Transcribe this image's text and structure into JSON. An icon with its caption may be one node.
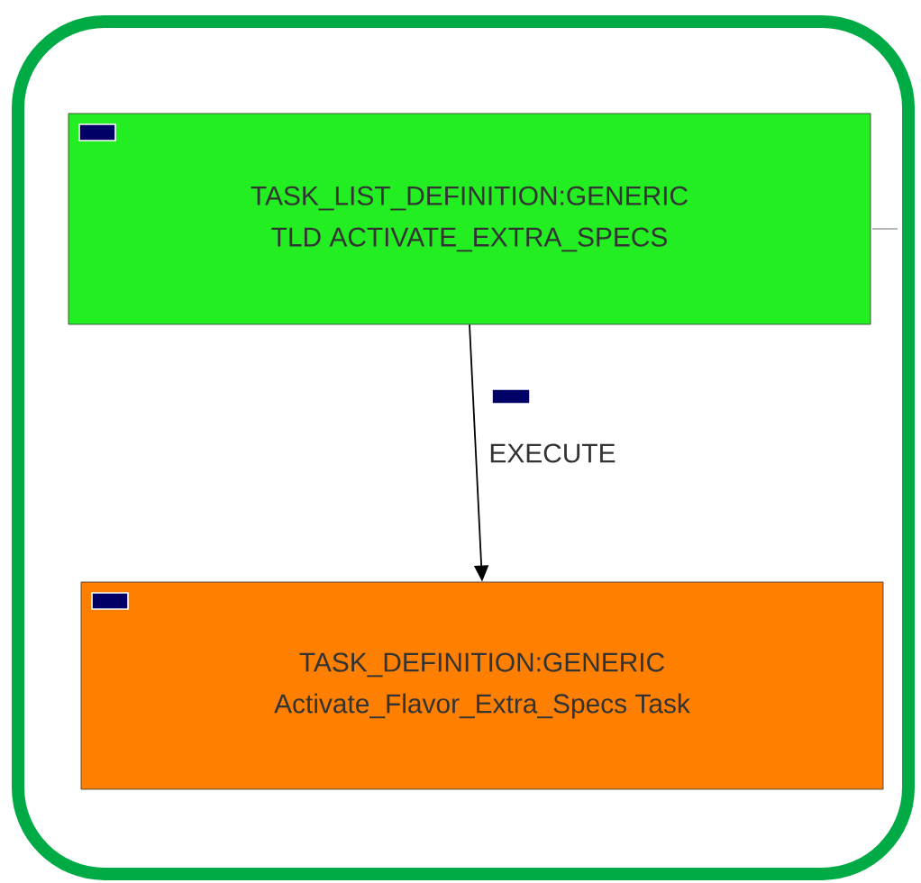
{
  "diagram": {
    "nodes": [
      {
        "text": [
          "TASK_LIST_DEFINITION:GENERIC",
          "TLD ACTIVATE_EXTRA_SPECS"
        ]
      },
      {
        "text": [
          "TASK_DEFINITION:GENERIC",
          "Activate_Flavor_Extra_Specs Task"
        ]
      }
    ],
    "edges": [
      {
        "from": 0,
        "to": 1,
        "arrow": "to",
        "label": "EXECUTE"
      }
    ]
  }
}
